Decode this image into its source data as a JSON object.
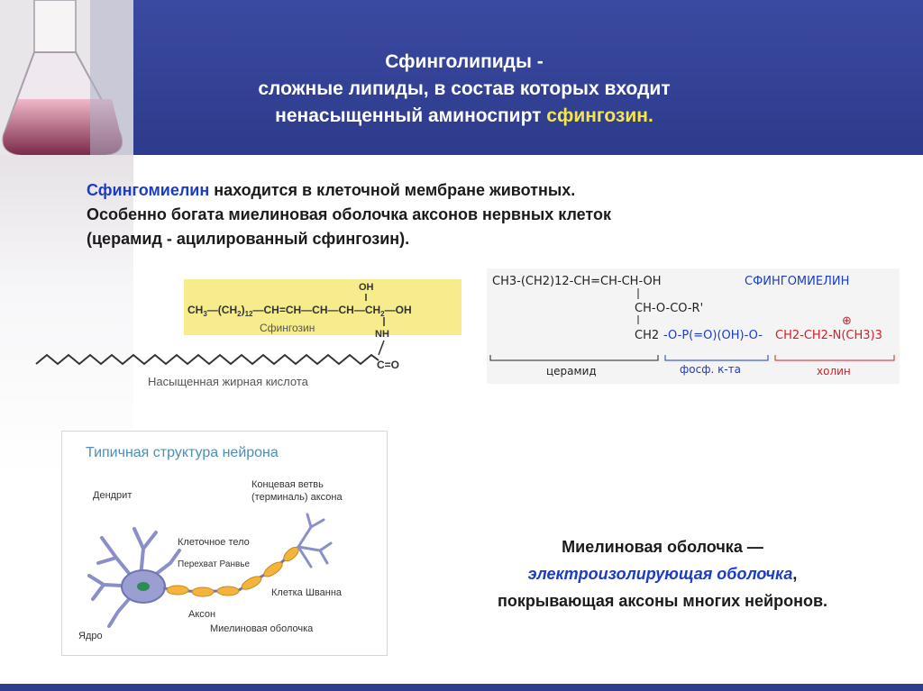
{
  "title": {
    "line1": "Сфинголипиды -",
    "line2": "сложные липиды, в состав которых входит",
    "line3_pre": "ненасыщенный аминоспирт ",
    "line3_highlight": "сфингозин."
  },
  "intro": {
    "term": "Сфингомиелин",
    "line1_rest": " находится в клеточной мембране животных.",
    "line2": "Особенно  богата миелиновая оболочка аксонов нервных клеток",
    "line3": "(церамид - ацилированный сфингозин)."
  },
  "sphingosine": {
    "formula_ch3": "CH",
    "formula_ch3_sub": "3",
    "formula_chain": "—(CH",
    "formula_chain_sub1": "2",
    "formula_chain_close": ")",
    "formula_chain_sub2": "12",
    "formula_rest": "—CH=CH—CH—CH—CH",
    "formula_ch2_sub": "2",
    "formula_oh": "—OH",
    "top_oh": "OH",
    "nh": "NH",
    "name": "Сфингозин",
    "carbonyl": "C=O",
    "fatty_acid_label": "Насыщенная жирная кислота"
  },
  "sphingomyelin": {
    "row1": "CH3-(CH2)12-CH=CH-CH-OH",
    "row2": "CH-O-CO-R'",
    "row3_ch2": "CH2",
    "row3_phos": "-O-P(=O)(OH)-O-",
    "row3_choline": "CH2-CH2-N(CH3)3",
    "plus": "⊕",
    "name": "СФИНГОМИЕЛИН",
    "ceramide": "церамид",
    "phosphate": "фосф. к-та",
    "choline": "холин"
  },
  "neuron": {
    "title": "Типичная структура нейрона",
    "dendrite": "Дендрит",
    "terminal": "Концевая ветвь\n(терминаль) аксона",
    "terminal_l1": "Концевая ветвь",
    "terminal_l2": "(терминаль) аксона",
    "cell_body": "Клеточное тело",
    "ranvier": "Перехват Ранвье",
    "schwann": "Клетка Шванна",
    "axon": "Аксон",
    "myelin": "Миелиновая оболочка",
    "nucleus": "Ядро"
  },
  "myelin_text": {
    "line1": "Миелиновая оболочка —",
    "line2_ital": "электроизолирующая оболочка",
    "line2_comma": ",",
    "line3_pre": "покрывающая аксоны",
    "line3_post": " многих нейронов."
  },
  "colors": {
    "header": "#2f3d8f",
    "highlight": "#f5e64a",
    "term_blue": "#1a3cc8",
    "phosphate_blue": "#1a3cc8",
    "choline_red": "#d0202a",
    "formula_bg": "#f6ec8c"
  }
}
